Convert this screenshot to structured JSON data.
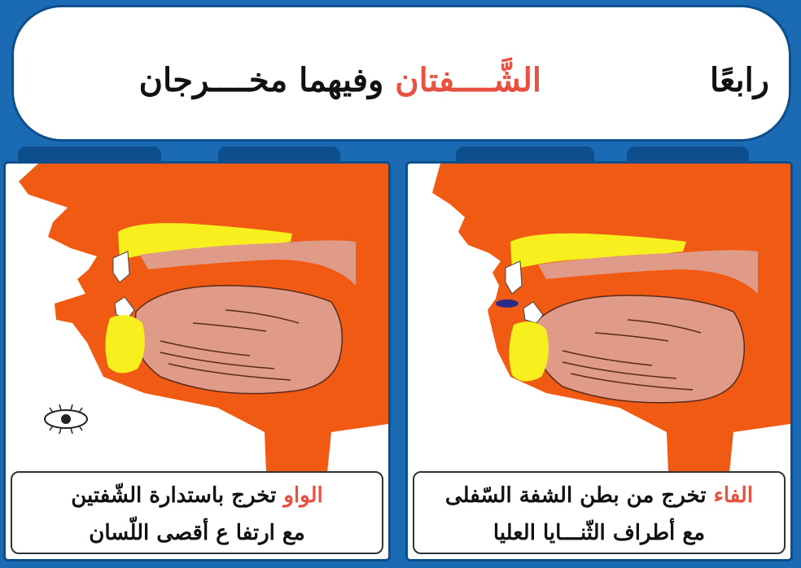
{
  "header": {
    "label": "رابعًا",
    "title_red": "الشَّــــفتان",
    "title_black": " وفيهما مخــــرجان"
  },
  "panels": [
    {
      "id": "left",
      "letter": "الواو",
      "line1_rest": " تخرج باستدارة الشّفتين",
      "line2": "مع ارتفا ع أقصى اللّسان"
    },
    {
      "id": "right",
      "letter": "الفاء",
      "line1_rest": " تخرج من بطن الشفة السّفلى",
      "line2": "مع أطراف الثّنـــايا العليا"
    }
  ],
  "colors": {
    "background": "#1b6bb4",
    "border": "#0d4f8c",
    "flesh": "#f05a12",
    "tongue": "#e09a88",
    "bone": "#f7ef1e",
    "highlight_text": "#e8503f",
    "lip_contact": "#2a2a88"
  },
  "icons": {
    "left_panel_symbol": "eye-icon"
  }
}
